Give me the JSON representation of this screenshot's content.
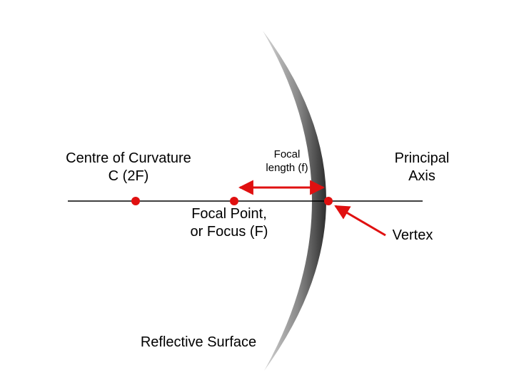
{
  "labels": {
    "centre_line1": "Centre of Curvature",
    "centre_line2": "C (2F)",
    "focal_length_line1": "Focal",
    "focal_length_line2": "length (f)",
    "principal_line1": "Principal",
    "principal_line2": "Axis",
    "focal_point_line1": "Focal Point,",
    "focal_point_line2": "or Focus (F)",
    "vertex": "Vertex",
    "reflective_surface": "Reflective Surface"
  },
  "colors": {
    "accent": "#e01010",
    "axis": "#000000",
    "mirror_dark": "#2e2e2e",
    "mirror_light": "#d8d8d8"
  }
}
